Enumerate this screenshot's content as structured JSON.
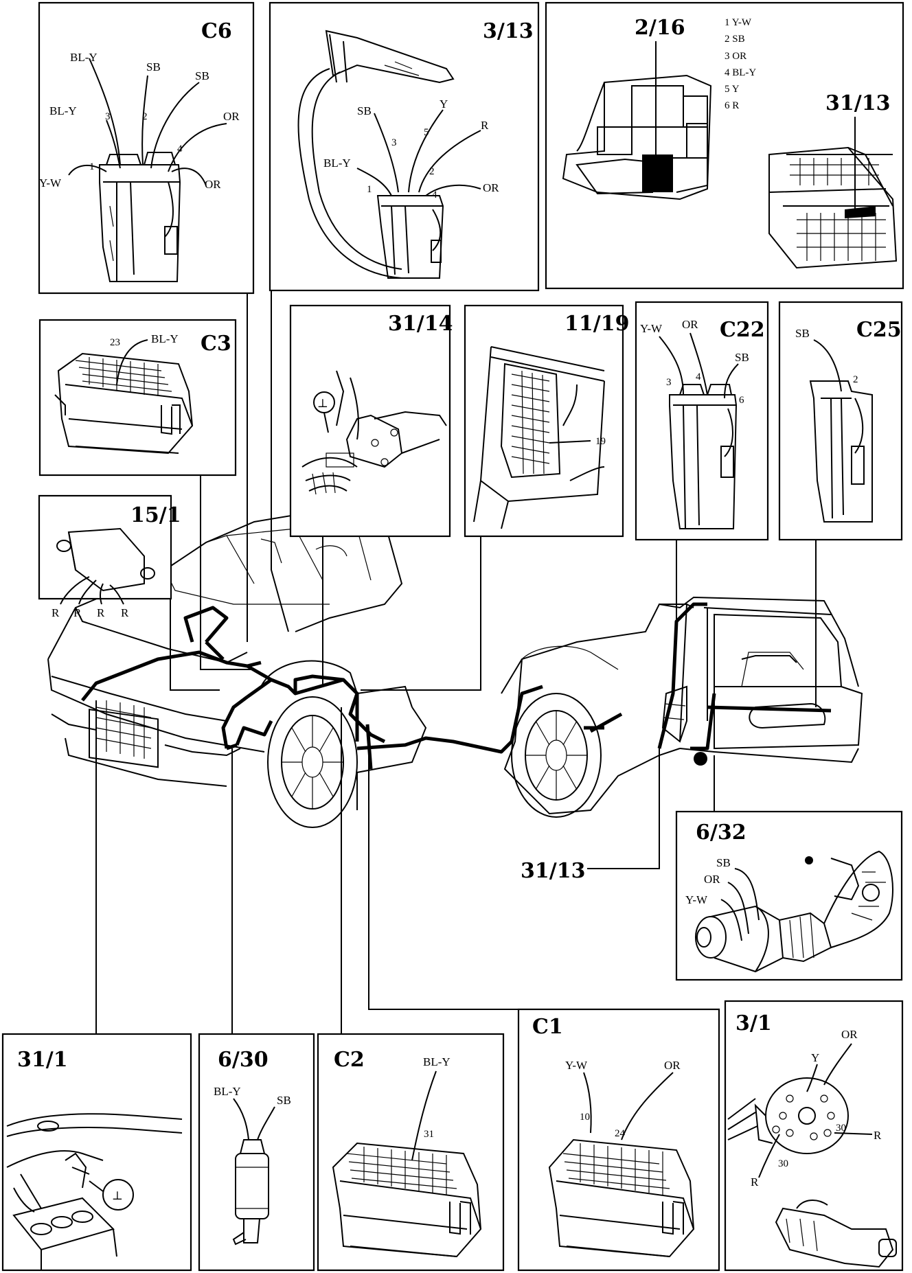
{
  "panels": {
    "c6": {
      "title": "C6",
      "wires": [
        "BL-Y",
        "SB",
        "SB",
        "BL-Y",
        "OR",
        "OR",
        "Y-W"
      ],
      "pins": [
        "3",
        "2",
        "4",
        "1"
      ]
    },
    "p3_13": {
      "title": "3/13",
      "wires": [
        "Y",
        "SB",
        "R",
        "BL-Y",
        "OR"
      ],
      "pins": [
        "3",
        "5",
        "2",
        "1",
        "4"
      ]
    },
    "p2_16": {
      "title": "2/16",
      "legend": [
        "1 Y-W",
        "2 SB",
        "3 OR",
        "4 BL-Y",
        "5 Y",
        "6 R"
      ],
      "sub_title": "31/13"
    },
    "c3": {
      "title": "C3",
      "pin": "23",
      "wire": "BL-Y"
    },
    "p31_14": {
      "title": "31/14",
      "ground_symbol": "⊥"
    },
    "p11_19": {
      "title": "11/19",
      "pin": "19"
    },
    "c22": {
      "title": "C22",
      "wires": [
        "Y-W",
        "OR",
        "SB"
      ],
      "pins": [
        "3",
        "4",
        "6"
      ]
    },
    "c25": {
      "title": "C25",
      "wire": "SB",
      "pin": "2"
    },
    "p15_1": {
      "title": "15/1",
      "wires": [
        "R",
        "R",
        "R",
        "R"
      ]
    },
    "p6_32": {
      "title": "6/32",
      "wires": [
        "SB",
        "OR",
        "Y-W"
      ]
    },
    "callout_31_13": {
      "label": "31/13"
    },
    "p31_1": {
      "title": "31/1",
      "ground_symbol": "⊥"
    },
    "p6_30": {
      "title": "6/30",
      "wires": [
        "BL-Y",
        "SB"
      ]
    },
    "c2": {
      "title": "C2",
      "wire": "BL-Y",
      "pin": "31"
    },
    "c1": {
      "title": "C1",
      "wires": [
        "Y-W",
        "OR"
      ],
      "pins": [
        "10",
        "24"
      ]
    },
    "p3_1": {
      "title": "3/1",
      "wires": [
        "OR",
        "Y",
        "R",
        "R"
      ],
      "pins": [
        "30",
        "30"
      ]
    }
  }
}
